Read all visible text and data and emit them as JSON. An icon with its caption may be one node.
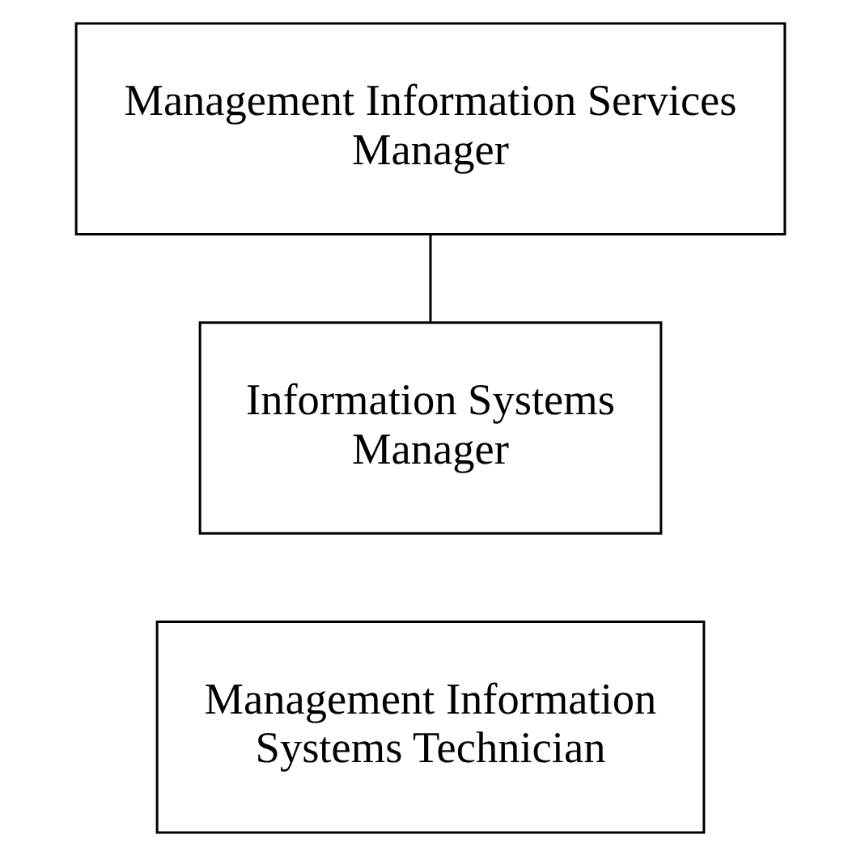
{
  "diagram": {
    "nodes": [
      {
        "text": [
          "Management Information Services Manager"
        ]
      },
      {
        "text": [
          "Information Systems Manager"
        ]
      },
      {
        "text": [
          "Management Information Systems Technician"
        ]
      }
    ],
    "edges": [
      {
        "from": 0,
        "to": 1,
        "arrow": "none"
      }
    ]
  }
}
